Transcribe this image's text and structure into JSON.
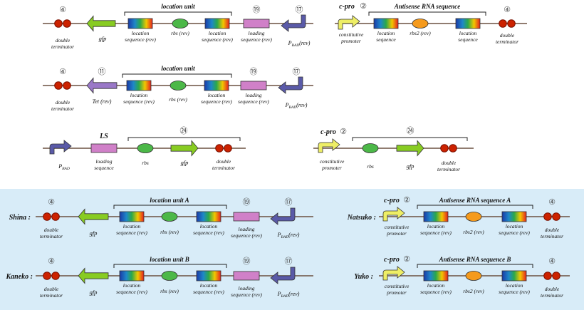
{
  "colors": {
    "backbone": "#6b5040",
    "circle_fill": "#cc2200",
    "circle_stroke": "#7a1000",
    "gfp_arrow": "#88cc22",
    "tet_arrow": "#9a78c8",
    "promoter_arrow": "#5a5aa8",
    "cpro_arrow": "#eeee66",
    "rbs_ellipse": "#4cb848",
    "rbs2_ellipse": "#f59a1c",
    "loading_box": "#d080c8",
    "panel_bg": "#d8ecf8"
  },
  "labels": {
    "double_terminator": "double terminator",
    "gfp": "gfp",
    "tet": "Tet (rev)",
    "location_sequence_rev": "location sequence (rev)",
    "location_sequence": "location sequence",
    "rbs_rev": "rbs (rev)",
    "rbs": "rbs",
    "rbs2_rev": "rbs2 (rev)",
    "loading_sequence": "loading sequence",
    "loading_sequence_rev": "loading sequence (rev)",
    "pbad_rev": "PBAD(rev)",
    "pbad": "PBAD",
    "constitutive_promoter": "constitutive promoter",
    "c_pro": "c-pro",
    "ls": "LS"
  },
  "units": {
    "location_unit": "location unit",
    "location_unit_a": "location unit A",
    "location_unit_b": "location unit B",
    "antisense": "Antisense RNA sequence",
    "antisense_a": "Antisense RNA sequence A",
    "antisense_b": "Antisense RNA sequence B"
  },
  "part_numbers": {
    "n2": "②",
    "n4": "④",
    "n11": "⑪",
    "n17": "⑰",
    "n19": "⑲",
    "n24": "㉔"
  },
  "constructs": {
    "shina": "Shina :",
    "kaneko": "Kaneko :",
    "natsuko": "Natsuko :",
    "yuko": "Yuko :"
  }
}
